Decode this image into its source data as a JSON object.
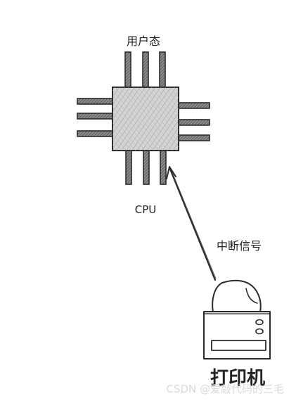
{
  "labels": {
    "user_mode": "用户态",
    "cpu": "CPU",
    "interrupt_signal": "中断信号",
    "printer": "打印机"
  },
  "watermark": "CSDN @爱敲代码的三毛",
  "colors": {
    "ink": "#2b2b2b",
    "pin_fill": "#6f6f6f",
    "chip_fill": "#c9c9c9",
    "watermark": "#d8d8d8"
  },
  "icons": {
    "cpu": "cpu-chip-icon",
    "printer": "printer-icon",
    "arrow": "arrow-up-icon"
  }
}
